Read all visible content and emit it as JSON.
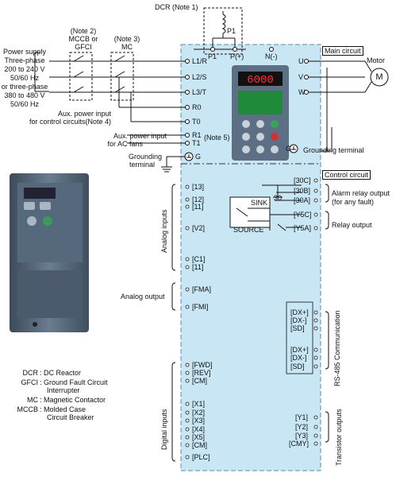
{
  "dcr_label": "DCR (Note 1)",
  "note2": [
    "(Note 2)",
    "MCCB or",
    "GFCI"
  ],
  "note3": [
    "(Note 3)",
    "MC"
  ],
  "power_supply": [
    "Power supply",
    "Three-phase",
    "200 to 240 V",
    "50/60 Hz",
    "or three-phase",
    "380 to 480 V",
    "50/60 Hz"
  ],
  "aux_control": [
    "Aux. power input",
    "for control circuits(Note 4)"
  ],
  "aux_fans": [
    "Aux. power input",
    "for AC fans"
  ],
  "grounding_terminal_left": [
    "Grounding",
    "terminal"
  ],
  "note5": "(Note 5)",
  "main_circuit": "Main circuit",
  "control_circuit": "Control circuit",
  "motor": "Motor",
  "motor_symbol": "M",
  "grounding_terminal_right": "Grounding terminal",
  "terminals_main": {
    "L1R": "L1/R",
    "L2S": "L2/S",
    "L3T": "L3/T",
    "R0": "R0",
    "T0": "T0",
    "R1": "R1",
    "T1": "T1",
    "G": "G",
    "P1a": "P1",
    "P1b": "P1",
    "Pplus": "P(+)",
    "Nminus": "N(-)",
    "U": "U",
    "V": "V",
    "W": "W",
    "G2": "G"
  },
  "display_value": "6000",
  "analog_inputs_title": "Analog inputs",
  "analog_terminals": [
    "[13]",
    "[12]",
    "[11]",
    "[V2]",
    "[C1]",
    "[11]"
  ],
  "analog_output_title": "Analog output",
  "analog_out_terminals": [
    "[FMA]",
    "[FMI]"
  ],
  "digital_inputs_title": "Digital inputs",
  "digital_terminals": [
    "[FWD]",
    "[REV]",
    "[CM]",
    "[X1]",
    "[X2]",
    "[X3]",
    "[X4]",
    "[X5]",
    "[CM]",
    "[PLC]"
  ],
  "sink": "SINK",
  "source": "SOURCE",
  "alarm_terminals": [
    "[30C]",
    "[30B]",
    "[30A]"
  ],
  "alarm_30": "30",
  "alarm_label": [
    "Alarm relay output",
    "(for any fault)"
  ],
  "relay_terminals": [
    "[Y5C]",
    "[Y5A]"
  ],
  "relay_label": "Relay output",
  "rs485_terminals": [
    "[DX+]",
    "[DX-]",
    "[SD]",
    "[DX+]",
    "[DX-]",
    "[SD]"
  ],
  "rs485_title": "RS-485 Communication",
  "transistor_terminals": [
    "[Y1]",
    "[Y2]",
    "[Y3]",
    "[CMY]"
  ],
  "transistor_title": "Transistor outputs",
  "legend": [
    {
      "abbr": "DCR",
      "desc": [
        "DC Reactor"
      ]
    },
    {
      "abbr": "GFCI",
      "desc": [
        "Ground Fault Circuit",
        "Interrupter"
      ]
    },
    {
      "abbr": "MC",
      "desc": [
        "Magnetic Contactor"
      ]
    },
    {
      "abbr": "MCCB",
      "desc": [
        "Molded Case",
        "Circuit Breaker"
      ]
    }
  ],
  "colors": {
    "panel": "#c8e6f4",
    "panel_border": "#5a8fb0",
    "line": "#111111",
    "device": "#5d6f84"
  }
}
